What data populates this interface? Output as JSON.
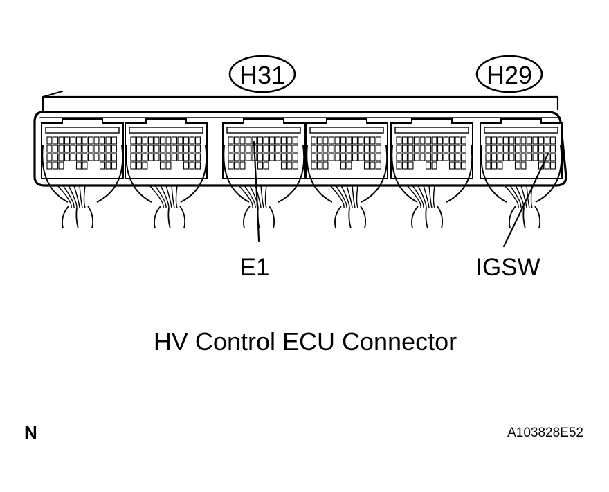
{
  "connector_tags": [
    {
      "id": "h31",
      "text": "H31"
    },
    {
      "id": "h29",
      "text": "H29"
    }
  ],
  "pin_labels": [
    {
      "id": "e1",
      "text": "E1"
    },
    {
      "id": "igsw",
      "text": "IGSW"
    }
  ],
  "caption": "HV Control ECU Connector",
  "corner_mark": "N",
  "figure_id": "A103828E52"
}
